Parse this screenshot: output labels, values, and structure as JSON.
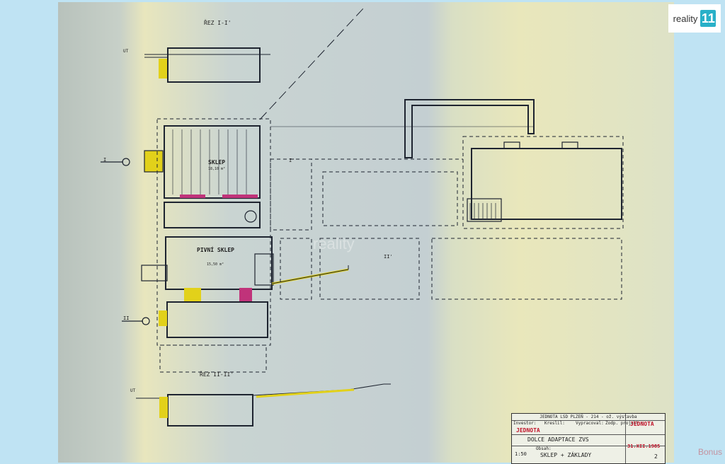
{
  "watermark": {
    "brand": "reality",
    "badge": "11",
    "overlay": "reality",
    "bottom": "Bonus"
  },
  "plan": {
    "section_top": "ŘEZ I-I'",
    "section_bottom": "ŘEZ II-II'",
    "room1": "SKLEP",
    "room1_area": "18,10 m²",
    "room2": "PIVNÍ SKLEP",
    "room2_area": "15,50 m²",
    "marker_i": "I",
    "marker_i2": "I'",
    "marker_ii": "II",
    "marker_ii2": "II'",
    "ut1": "UT",
    "ut2": "UT"
  },
  "title_block": {
    "header": "JEDNOTA LSD PLZEŇ - 214 - ož. výstavba",
    "stamp_left": "JEDNOTA",
    "stamp_right": "JEDNOTA",
    "names": [
      "Investor:",
      "Kreslil:",
      "Vypracoval:",
      "Zodp. projekt.:"
    ],
    "project": "DOLCE ADAPTACE ZVS",
    "scale": "1:50",
    "content_label": "Obsah:",
    "content": "SKLEP + ZÁKLADY",
    "date": "31.XII.1985",
    "sheet_no": "2"
  },
  "colors": {
    "yellow": "#e2d11a",
    "magenta": "#c0337a",
    "line": "#1e2430"
  }
}
